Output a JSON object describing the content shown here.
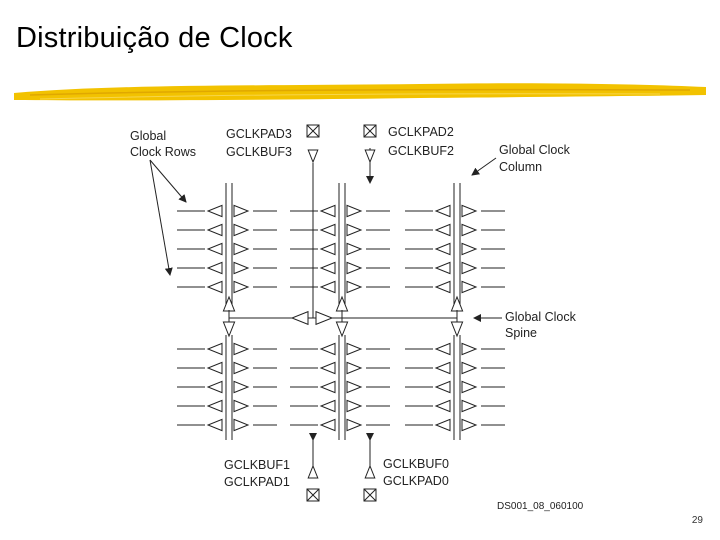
{
  "slide": {
    "title": "Distribuição de Clock",
    "page_number": "29",
    "accent_color": "#f2c200"
  },
  "diagram": {
    "labels": {
      "global_clock_rows_1": "Global",
      "global_clock_rows_2": "Clock Rows",
      "gclkpad3": "GCLKPAD3",
      "gclkbuf3": "GCLKBUF3",
      "gclkpad2": "GCLKPAD2",
      "gclkbuf2": "GCLKBUF2",
      "global_clock_column_1": "Global Clock",
      "global_clock_column_2": "Column",
      "global_clock_spine_1": "Global Clock",
      "global_clock_spine_2": "Spine",
      "gclkbuf1": "GCLKBUF1",
      "gclkpad1": "GCLKPAD1",
      "gclkbuf0": "GCLKBUF0",
      "gclkpad0": "GCLKPAD0",
      "figure_id": "DS001_08_060100"
    }
  }
}
